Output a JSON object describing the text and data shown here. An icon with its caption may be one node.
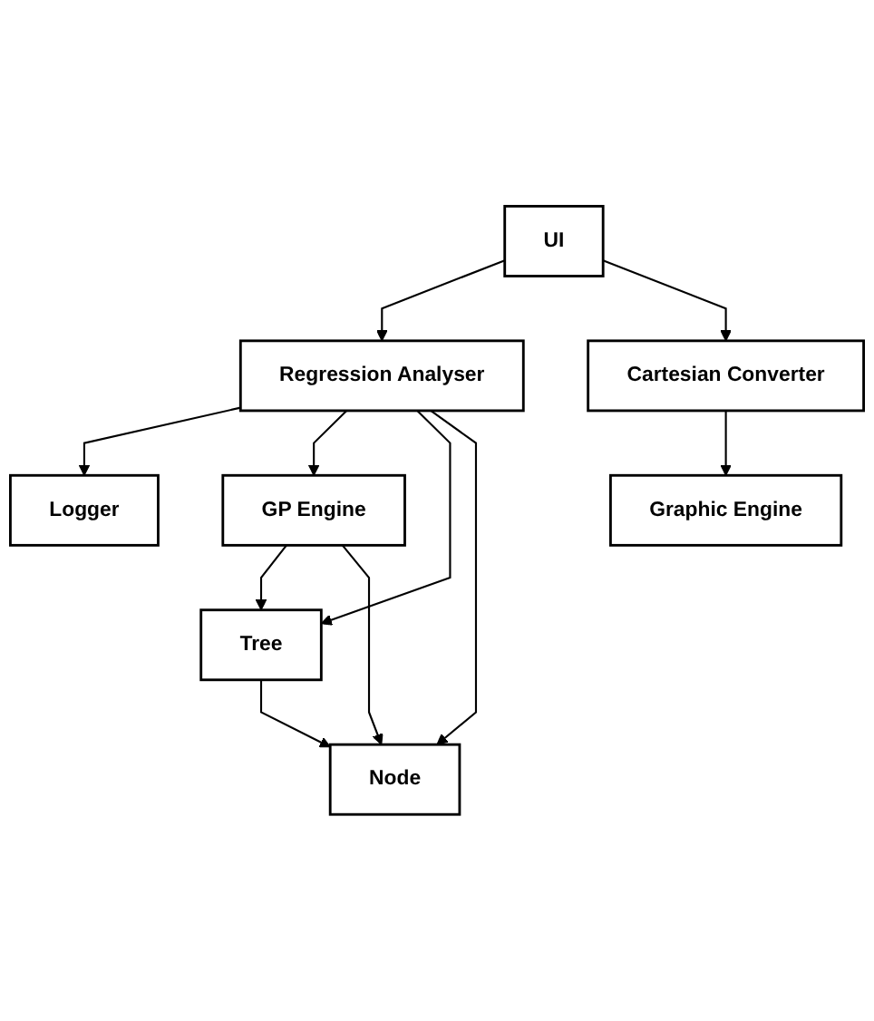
{
  "diagram": {
    "nodes": [
      {
        "text": [
          "UI"
        ]
      },
      {
        "text": [
          "Regression Analyser"
        ]
      },
      {
        "text": [
          "Cartesian Converter"
        ]
      },
      {
        "text": [
          "Logger"
        ]
      },
      {
        "text": [
          "GP Engine"
        ]
      },
      {
        "text": [
          "Graphic Engine"
        ]
      },
      {
        "text": [
          "Tree"
        ]
      },
      {
        "text": [
          "Node"
        ]
      }
    ],
    "edges": [
      {
        "from": 0,
        "to": 1,
        "arrow": "to"
      },
      {
        "from": 0,
        "to": 2,
        "arrow": "to"
      },
      {
        "from": 1,
        "to": 3,
        "arrow": "to"
      },
      {
        "from": 1,
        "to": 4,
        "arrow": "to"
      },
      {
        "from": 1,
        "to": 6,
        "arrow": "to"
      },
      {
        "from": 1,
        "to": 7,
        "arrow": "to"
      },
      {
        "from": 4,
        "to": 6,
        "arrow": "to"
      },
      {
        "from": 4,
        "to": 7,
        "arrow": "to"
      },
      {
        "from": 6,
        "to": 7,
        "arrow": "to"
      },
      {
        "from": 2,
        "to": 5,
        "arrow": "to"
      }
    ]
  }
}
